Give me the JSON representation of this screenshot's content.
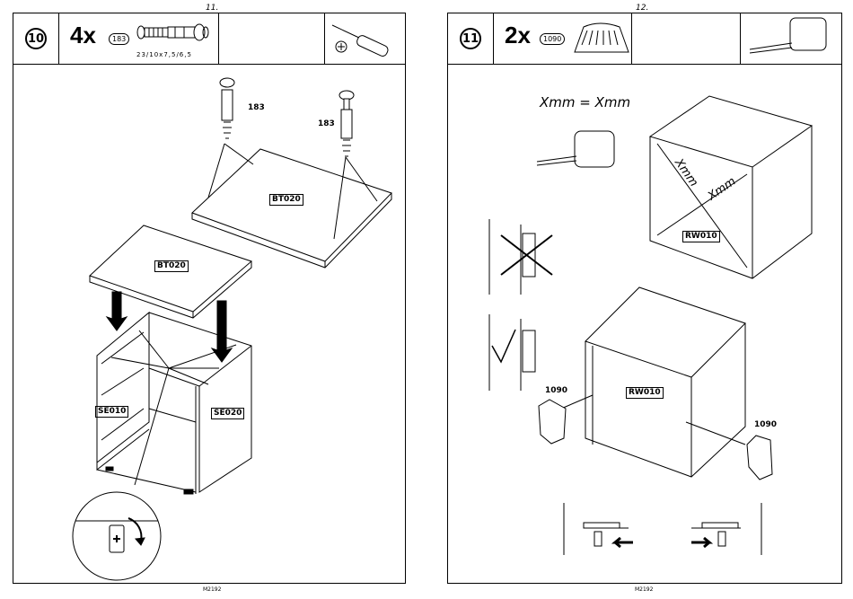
{
  "pages": [
    {
      "page_number": "11.",
      "step": "10",
      "quantity": "4x",
      "part_id": "183",
      "dimension": "23/10x7,5/6,5",
      "tool": "screwdriver-icon",
      "labels": {
        "bolt_a": "183",
        "bolt_b": "183",
        "panel_top": "BT020",
        "panel_mid": "BT020",
        "side_left": "SE010",
        "side_right": "SE020"
      },
      "footer": "M2192"
    },
    {
      "page_number": "12.",
      "step": "11",
      "quantity": "2x",
      "part_id": "1090",
      "tool": "tape-measure-icon",
      "equation": "Xmm  =  Xmm",
      "diag_a": "Xmm",
      "diag_b": "Xmm",
      "labels": {
        "back_top": "RW010",
        "back_bottom": "RW010",
        "clip_left": "1090",
        "clip_right": "1090",
        "clip_text": "1090"
      },
      "footer": "M2192"
    }
  ]
}
